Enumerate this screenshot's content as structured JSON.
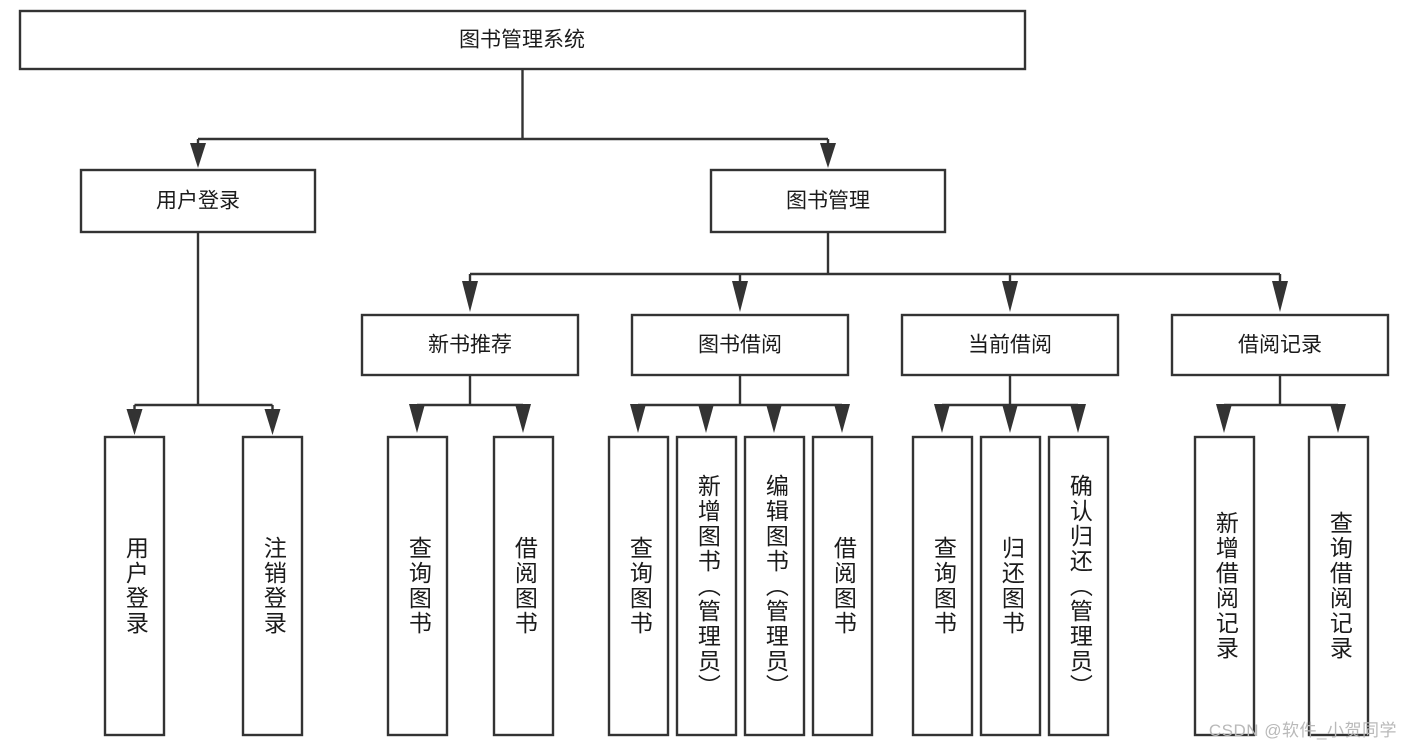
{
  "diagram": {
    "title": "图书管理系统",
    "type": "hierarchy-tree",
    "levels": 4,
    "colors": {
      "stroke": "#333333",
      "fill": "#ffffff",
      "text": "#1b1b1b",
      "watermark": "#b9b9b9"
    },
    "root": {
      "label": "图书管理系统"
    },
    "level2": [
      {
        "label": "用户登录"
      },
      {
        "label": "图书管理"
      }
    ],
    "level3": [
      {
        "label": "新书推荐"
      },
      {
        "label": "图书借阅"
      },
      {
        "label": "当前借阅"
      },
      {
        "label": "借阅记录"
      }
    ],
    "leaves": [
      {
        "label": "用户登录",
        "parent": "用户登录"
      },
      {
        "label": "注销登录",
        "parent": "用户登录"
      },
      {
        "label": "查询图书",
        "parent": "新书推荐"
      },
      {
        "label": "借阅图书",
        "parent": "新书推荐"
      },
      {
        "label": "查询图书",
        "parent": "图书借阅"
      },
      {
        "label": "新增图书（管理员）",
        "parent": "图书借阅"
      },
      {
        "label": "编辑图书（管理员）",
        "parent": "图书借阅"
      },
      {
        "label": "借阅图书",
        "parent": "图书借阅"
      },
      {
        "label": "查询图书",
        "parent": "当前借阅"
      },
      {
        "label": "归还图书",
        "parent": "当前借阅"
      },
      {
        "label": "确认归还（管理员）",
        "parent": "当前借阅"
      },
      {
        "label": "新增借阅记录",
        "parent": "借阅记录"
      },
      {
        "label": "查询借阅记录",
        "parent": "借阅记录"
      }
    ]
  },
  "watermark": {
    "text": "CSDN @软件_小贺同学"
  }
}
